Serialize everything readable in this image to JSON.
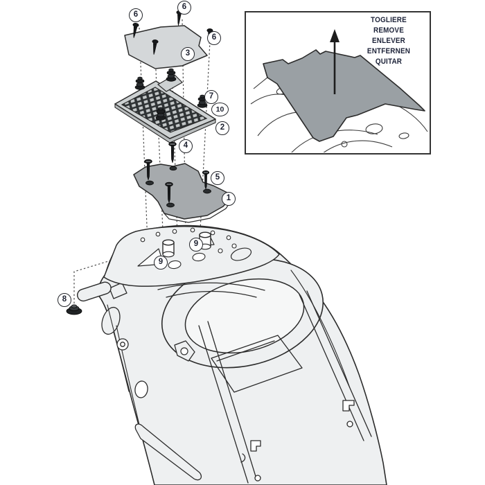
{
  "inset": {
    "instructions": [
      "TOGLIERE",
      "REMOVE",
      "ENLEVER",
      "ENTFERNEN",
      "QUITAR"
    ]
  },
  "callouts": [
    {
      "label": "6"
    },
    {
      "label": "6"
    },
    {
      "label": "6"
    },
    {
      "label": "3"
    },
    {
      "label": "7"
    },
    {
      "label": "10"
    },
    {
      "label": "2"
    },
    {
      "label": "4"
    },
    {
      "label": "5"
    },
    {
      "label": "1"
    },
    {
      "label": "9"
    },
    {
      "label": "9"
    },
    {
      "label": "8"
    }
  ],
  "colors": {
    "line": "#2b2b2b",
    "plate_light": "#d4d7d9",
    "plate_edge": "#b9bdbe",
    "bracket_gray": "#a6aaad",
    "cover_gray": "#9aa0a4",
    "body_fill": "#eef0f1",
    "seat_fill": "#f6f7f7",
    "mesh_base": "#c2c6c7",
    "hardware_black": "#17191b",
    "text_dark": "#1c2238"
  }
}
